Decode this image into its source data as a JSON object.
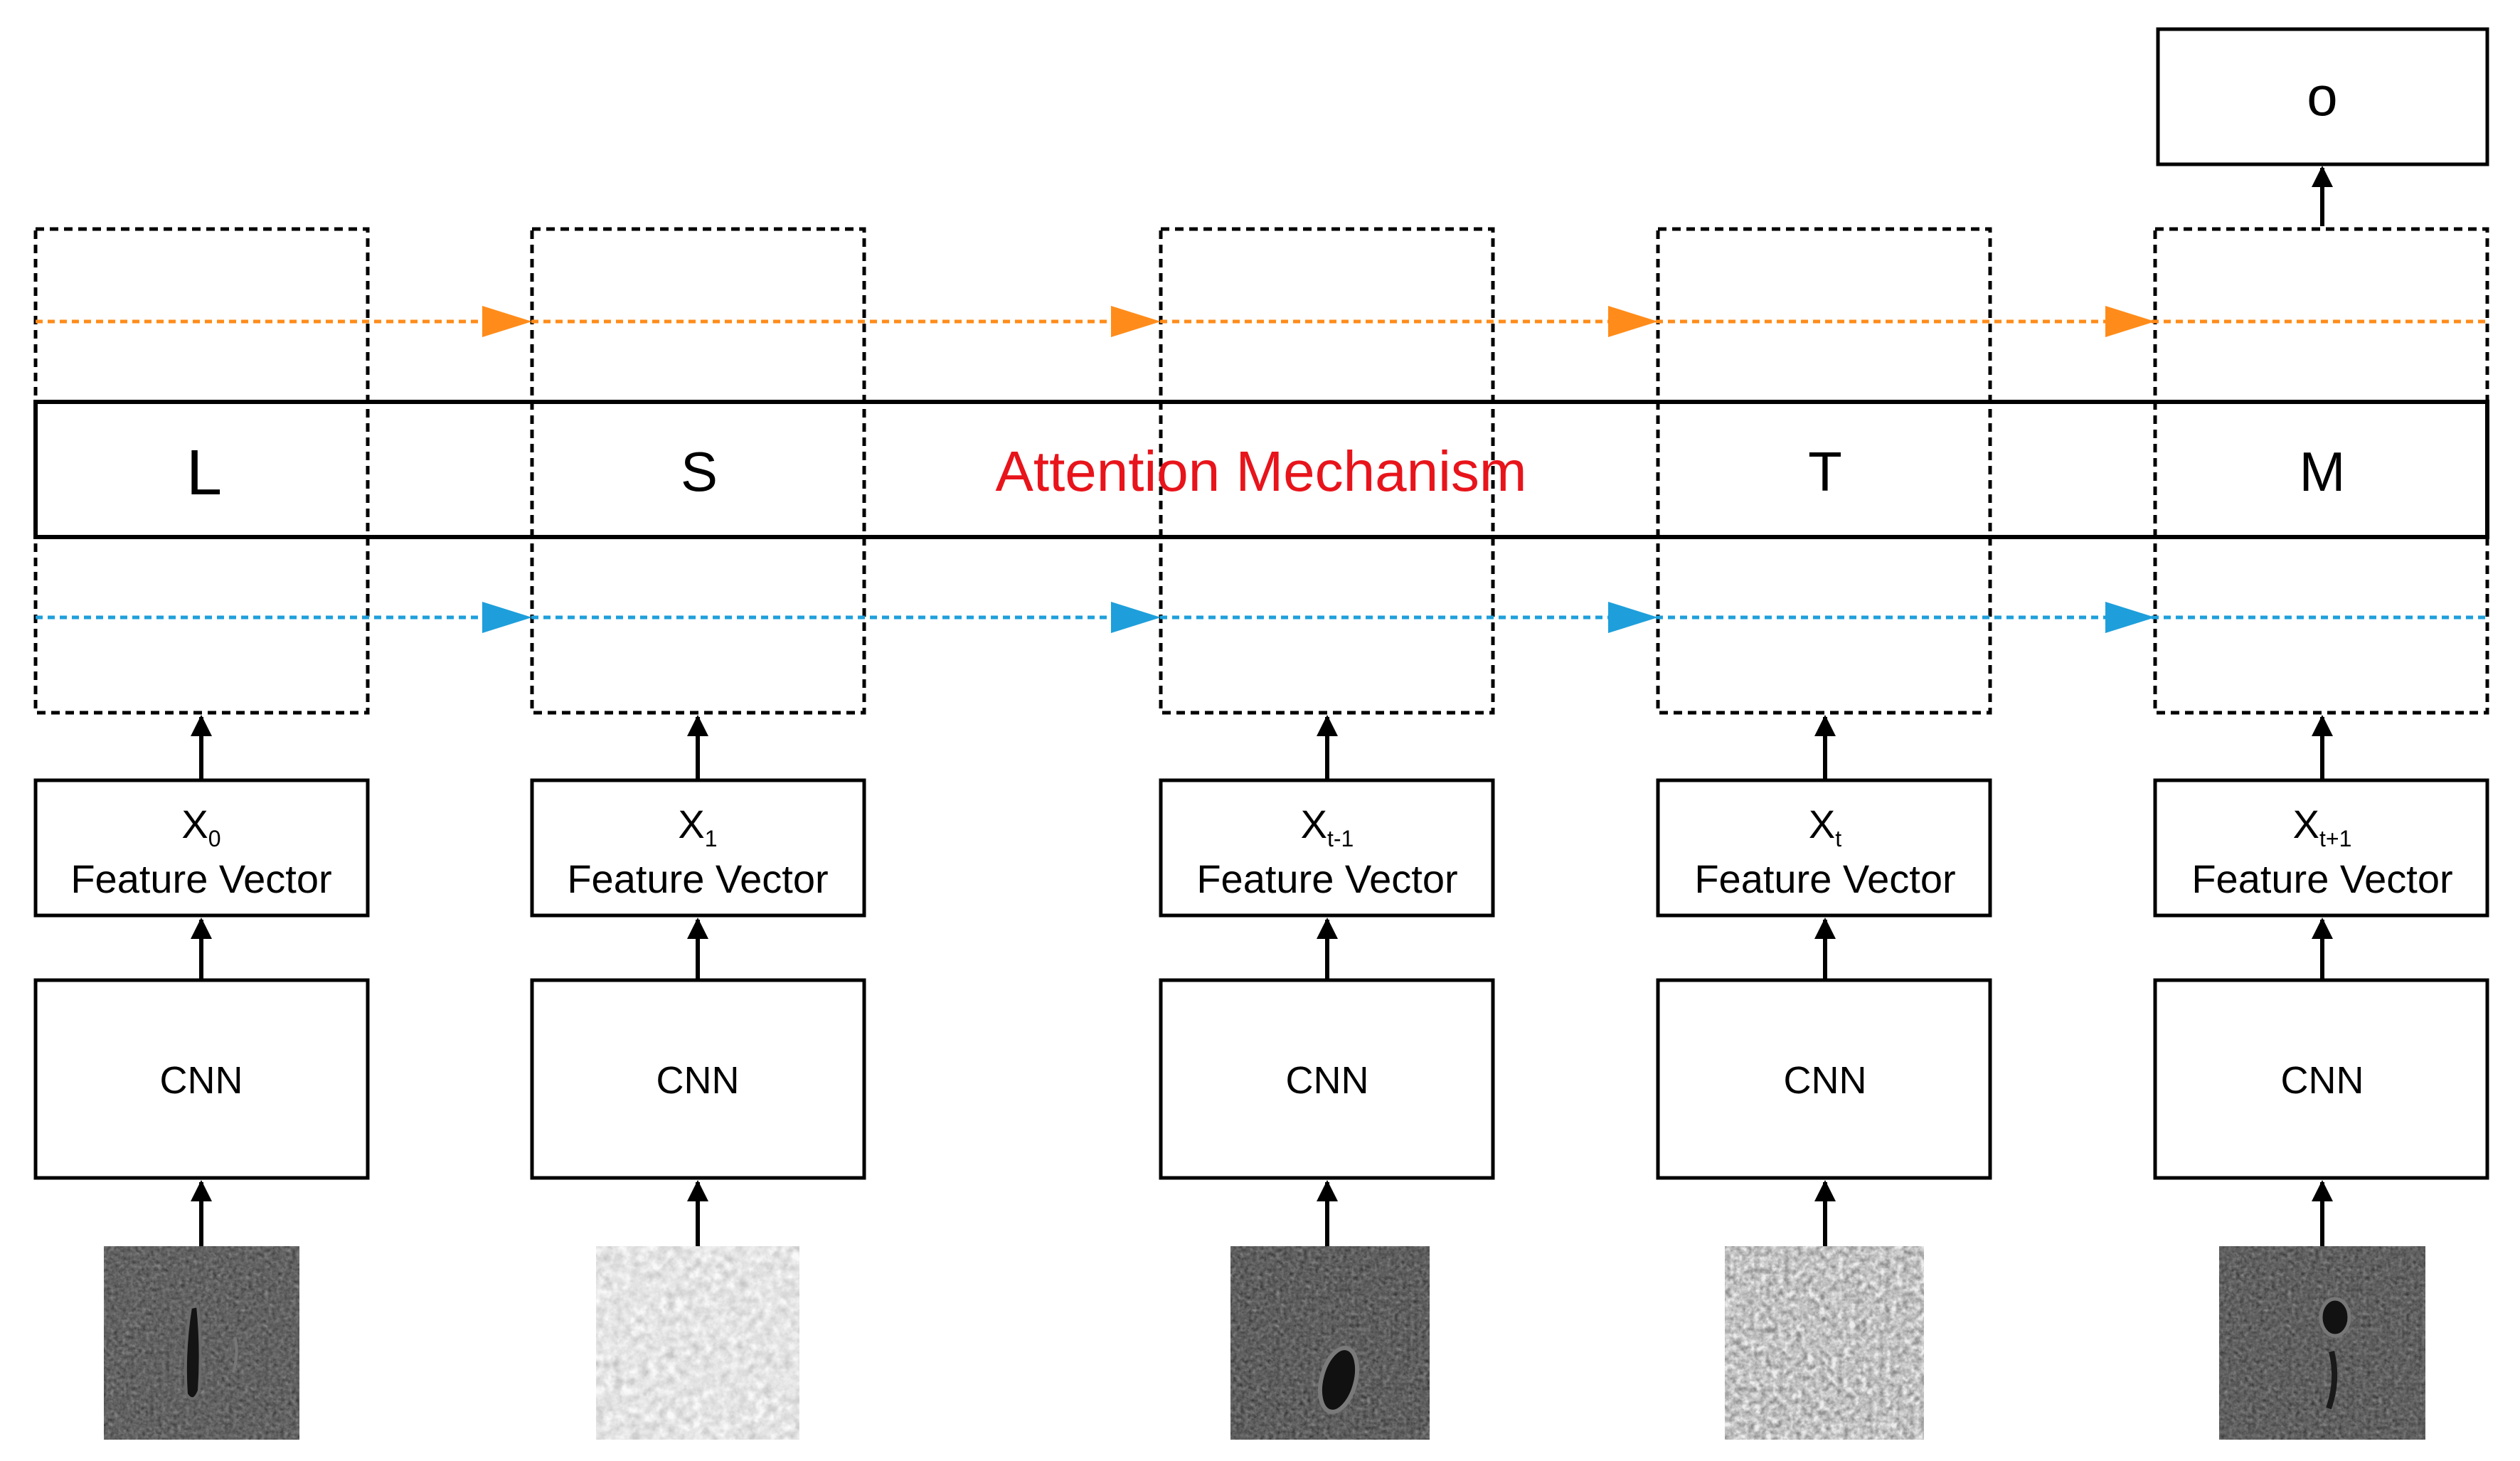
{
  "colors": {
    "orange_flow": "#FF8C1A",
    "blue_flow": "#1E9FDB",
    "attention_text": "#E8141B",
    "stroke": "#000000"
  },
  "output_label": "o",
  "attention_label": "Attention Mechanism",
  "steps": [
    {
      "mechanism_letter": "L",
      "x_main": "X",
      "x_sub": "0",
      "feature_label": "Feature Vector",
      "cnn_label": "CNN",
      "thumbnail": "dark-crack-vertical"
    },
    {
      "mechanism_letter": "S",
      "x_main": "X",
      "x_sub": "1",
      "feature_label": "Feature Vector",
      "cnn_label": "CNN",
      "thumbnail": "light-texture"
    },
    {
      "mechanism_letter": "",
      "x_main": "X",
      "x_sub": "t-1",
      "feature_label": "Feature Vector",
      "cnn_label": "CNN",
      "thumbnail": "dark-oval-hole"
    },
    {
      "mechanism_letter": "T",
      "x_main": "X",
      "x_sub": "t",
      "feature_label": "Feature Vector",
      "cnn_label": "CNN",
      "thumbnail": "grey-speckled"
    },
    {
      "mechanism_letter": "M",
      "x_main": "X",
      "x_sub": "t+1",
      "feature_label": "Feature Vector",
      "cnn_label": "CNN",
      "thumbnail": "dark-small-hole"
    }
  ]
}
